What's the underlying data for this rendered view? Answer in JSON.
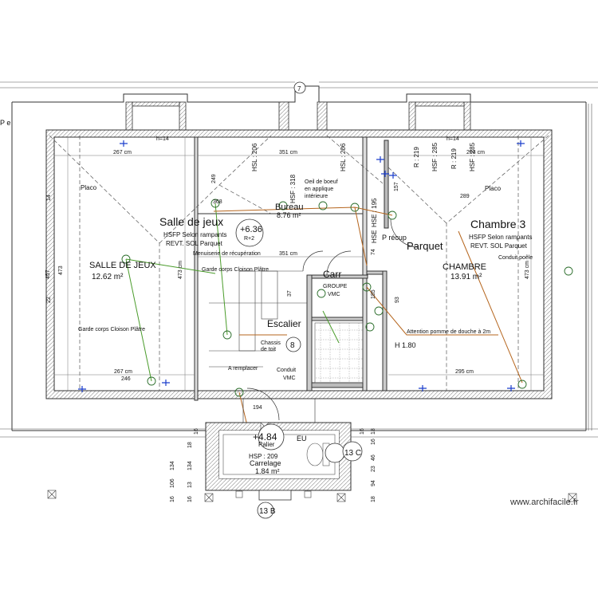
{
  "plan": {
    "rooms": [
      {
        "name": "Salle de jeux",
        "sub1": "HSFP Selon rampants",
        "sub2": "REVT. SOL Parquet",
        "label": "SALLE DE JEUX",
        "area": "12.62 m²"
      },
      {
        "name": "Bureau",
        "area": "8.76 m²"
      },
      {
        "name": "Chambre 3",
        "sub1": "HSFP Selon rampants",
        "sub2": "REVT. SOL Parquet",
        "label": "CHAMBRE",
        "area": "13.91 m²"
      },
      {
        "name": "Escalier"
      },
      {
        "name": "EU",
        "sub1": "Palier",
        "sub2": "Carrelage",
        "area": "1.84 m²"
      }
    ],
    "levels": {
      "main": "+6.36",
      "main_sub": "R+2",
      "palier": "+4.84"
    },
    "annotations": {
      "placo": "Placo",
      "placo2": "Placo",
      "conduit_poele": "Conduit poêle",
      "oeil1": "Oeil de boeuf",
      "oeil2": "en applique",
      "oeil3": "intérieure",
      "menuiserie": "Menuiserie de récupération",
      "garde_corps1": "Garde corps Cloison Plâtre",
      "garde_corps2": "Garde corps Cloison Plâtre",
      "chassis1": "Chassis",
      "chassis2": "de toit",
      "a_remplacer": "A remplacer",
      "conduit_vmc1": "Conduit",
      "conduit_vmc2": "VMC",
      "groupe1": "GROUPE",
      "groupe2": "VMC",
      "carr": "Carr",
      "parquet": "Parquet",
      "p_recup": "P récup",
      "h180": "H 1.80",
      "douche": "Attention pomme de douche à 2m",
      "hsf_hall": "HSF",
      "stair_n": "8",
      "left_edge": "P e",
      "h14a": "h=14",
      "h14b": "h=14"
    },
    "dims": {
      "d267a": "267 cm",
      "d351a": "351 cm",
      "d293": "293 cm",
      "d267b": "267 cm",
      "d246": "246",
      "d295": "295 cm",
      "d351b": "351 cm",
      "d473a": "473",
      "d473b": "473 cm",
      "d473c": "473 cm",
      "d457": "457",
      "d368": "368",
      "d194": "194",
      "d289": "289",
      "d37": "37",
      "d74": "74",
      "d93": "93",
      "d157": "157",
      "d185": "185",
      "d14": "14",
      "d22": "22",
      "d249": "249"
    },
    "vertical_labels": [
      "HSL : 206",
      "HSL : 206",
      "HSF : 318",
      "HSE : 195",
      "HSE",
      "R : 219",
      "HSF : 285",
      "R : 219",
      "HSF : 285"
    ],
    "sections": {
      "a": "13 B",
      "b": "13 C",
      "marker7": "7"
    },
    "bottom_dims": [
      "134",
      "106",
      "16",
      "18",
      "134",
      "13",
      "16",
      "18",
      "16",
      "46",
      "23",
      "94",
      "18",
      "16",
      "16"
    ],
    "hsp": "HSP : 209"
  },
  "watermark": "www.archifacile.fr"
}
